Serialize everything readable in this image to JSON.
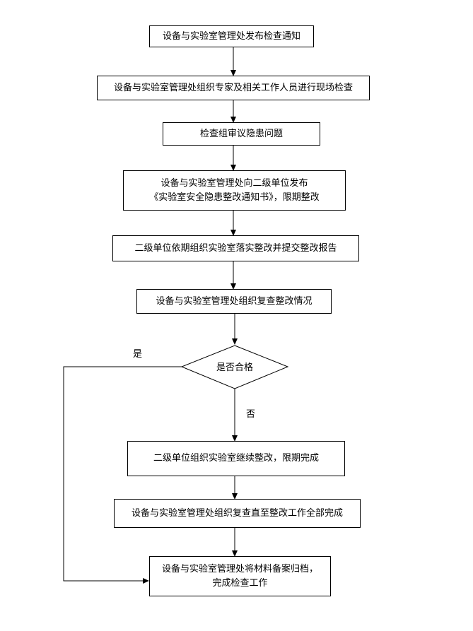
{
  "flowchart": {
    "step1": "设备与实验室管理处发布检查通知",
    "step2": "设备与实验室管理处组织专家及相关工作人员进行现场检查",
    "step3": "检查组审议隐患问题",
    "step4_line1": "设备与实验室管理处向二级单位发布",
    "step4_line2": "《实验室安全隐患整改通知书》，限期整改",
    "step5": "二级单位依期组织实验室落实整改并提交整改报告",
    "step6": "设备与实验室管理处组织复查整改情况",
    "decision": "是否合格",
    "yes_label": "是",
    "no_label": "否",
    "step7": "二级单位组织实验室继续整改，限期完成",
    "step8": "设备与实验室管理处组织复查直至整改工作全部完成",
    "step9_line1": "设备与实验室管理处将材料备案归档，",
    "step9_line2": "完成检查工作"
  }
}
